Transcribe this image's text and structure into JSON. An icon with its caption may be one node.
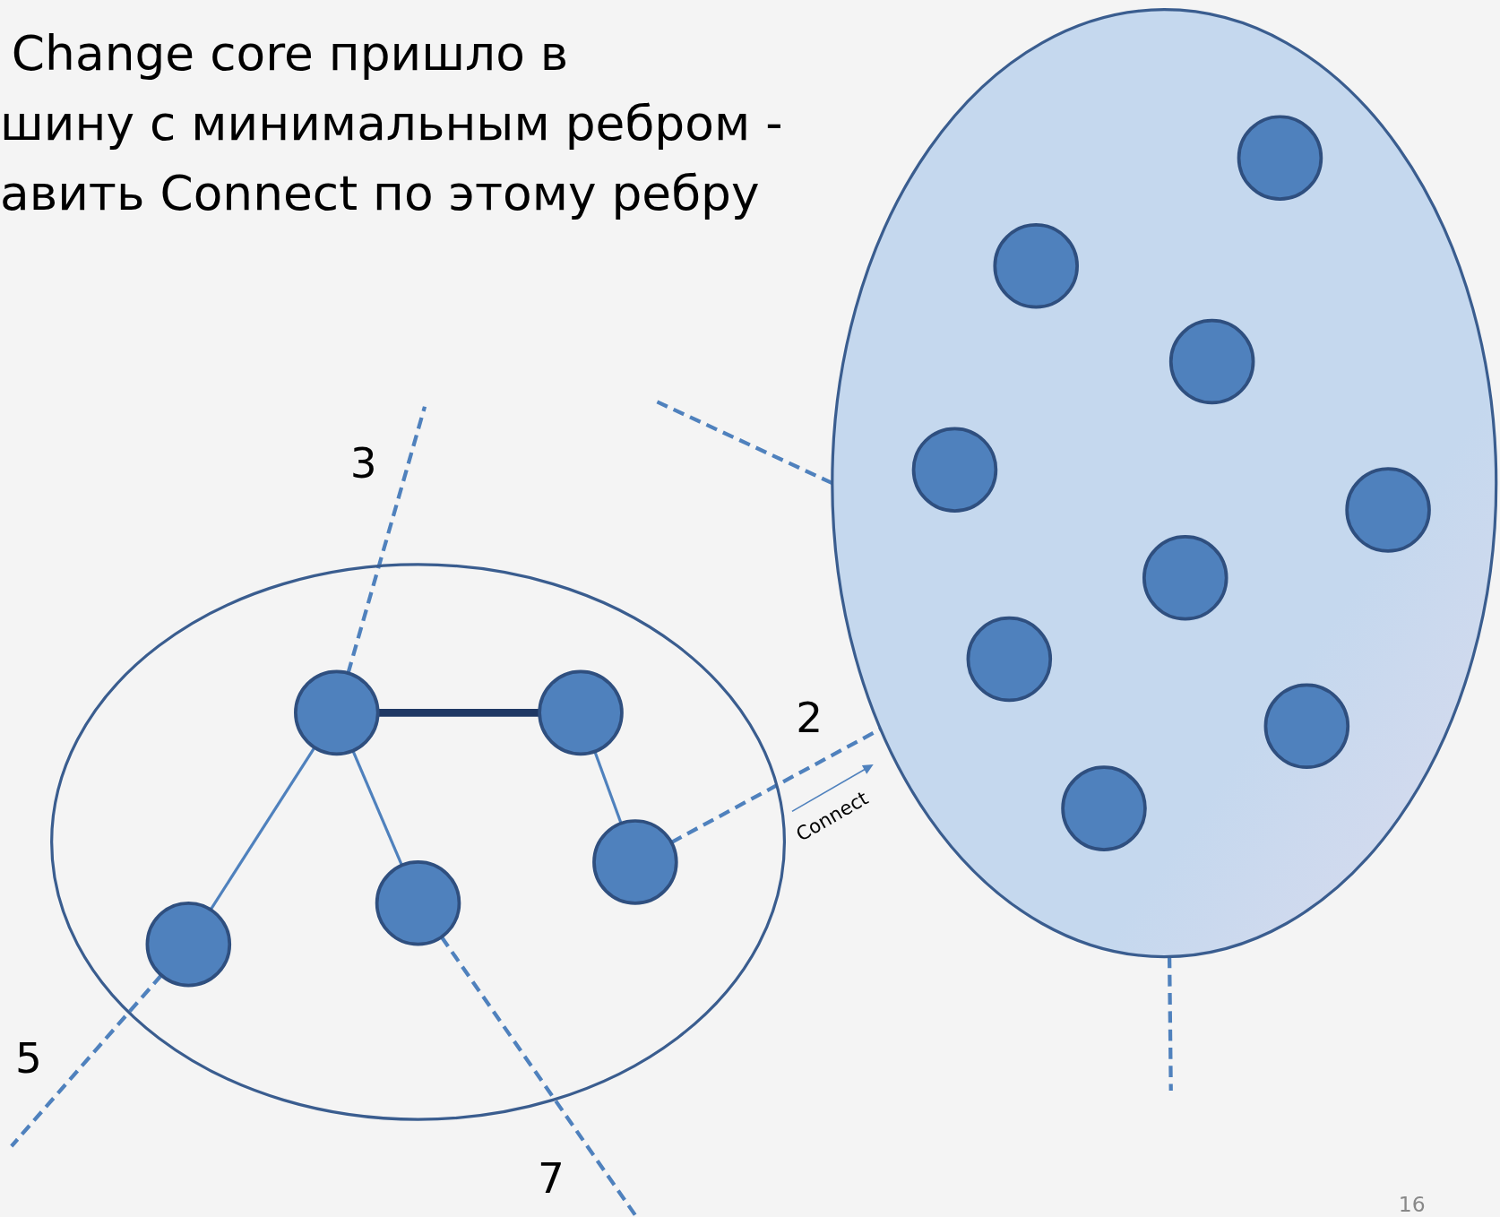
{
  "diagram": {
    "title": "Change core пришло в шину с минимальным ребром - авить Connect по этому ребру",
    "nodes": [
      {
        "text": [],
        "shape": "ellipse"
      },
      {
        "text": [],
        "shape": "circle",
        "in": 0
      },
      {
        "text": [],
        "shape": "circle",
        "in": 0
      },
      {
        "text": [],
        "shape": "circle",
        "in": 0
      },
      {
        "text": [],
        "shape": "circle",
        "in": 0
      },
      {
        "text": [],
        "shape": "circle",
        "in": 0
      },
      {
        "text": [],
        "shape": "ellipse"
      },
      {
        "text": [],
        "shape": "circle",
        "in": 6
      },
      {
        "text": [],
        "shape": "circle",
        "in": 6
      },
      {
        "text": [],
        "shape": "circle",
        "in": 6
      },
      {
        "text": [],
        "shape": "circle",
        "in": 6
      },
      {
        "text": [],
        "shape": "circle",
        "in": 6
      },
      {
        "text": [],
        "shape": "circle",
        "in": 6
      },
      {
        "text": [],
        "shape": "circle",
        "in": 6
      },
      {
        "text": [],
        "shape": "circle",
        "in": 6
      },
      {
        "text": [],
        "shape": "circle",
        "in": 6
      }
    ],
    "edges": [
      {
        "from": 1,
        "to": 2,
        "arrow": "none",
        "style": "thick",
        "color": "#1f3864"
      },
      {
        "from": 2,
        "to": 3,
        "arrow": "none"
      },
      {
        "from": 1,
        "to": 5,
        "arrow": "none"
      },
      {
        "from": 1,
        "to": 4,
        "arrow": "none"
      },
      {
        "from": 1,
        "to": null,
        "arrow": "none",
        "style": "dashed",
        "label": "3"
      },
      {
        "from": 5,
        "to": null,
        "arrow": "none",
        "style": "dashed",
        "label": "5"
      },
      {
        "from": 4,
        "to": null,
        "arrow": "none",
        "style": "dashed",
        "label": "7"
      },
      {
        "from": 3,
        "to": 13,
        "arrow": "none",
        "style": "dashed",
        "label": "2"
      },
      {
        "from": 6,
        "to": null,
        "arrow": "none",
        "style": "dashed"
      },
      {
        "from": 6,
        "to": null,
        "arrow": "none",
        "style": "dashed"
      }
    ],
    "labels": [
      "Connect",
      "16"
    ]
  }
}
